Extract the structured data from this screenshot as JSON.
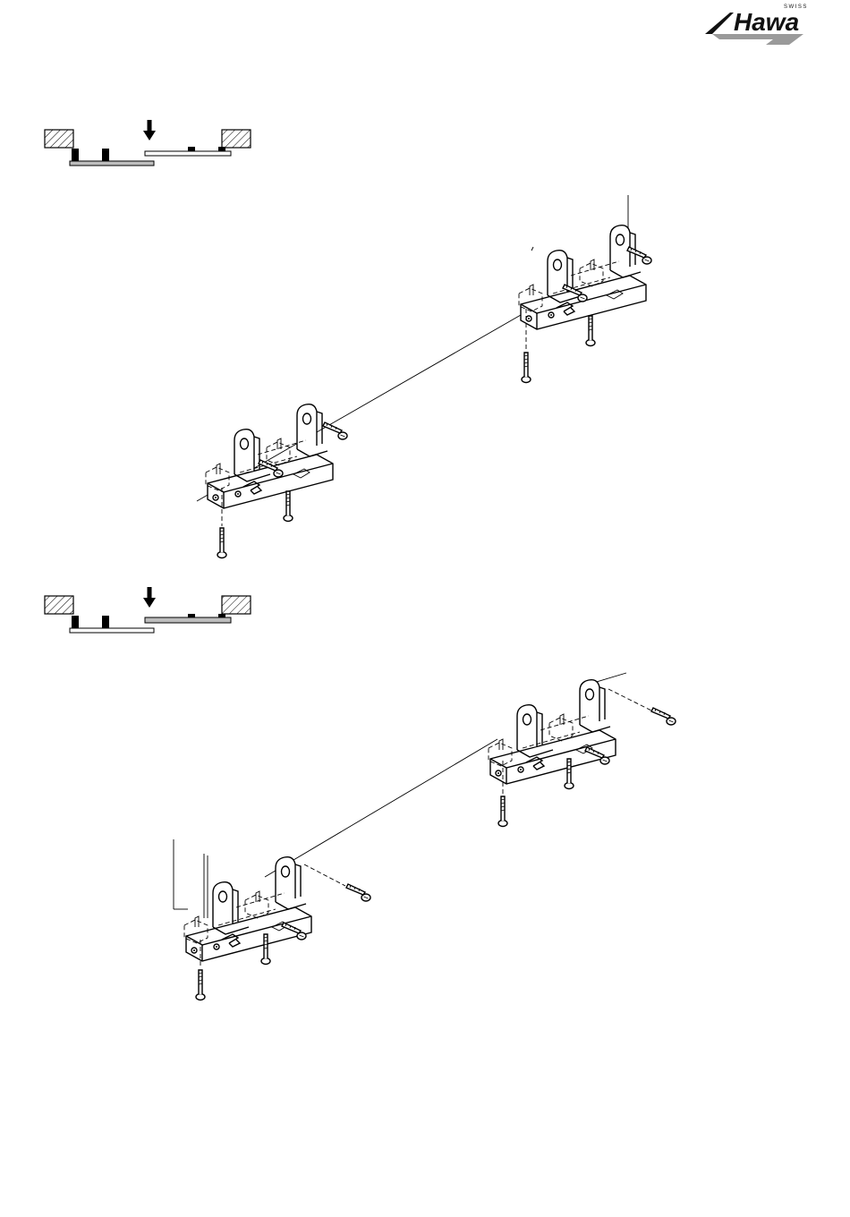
{
  "brand": {
    "name": "Hawa",
    "tagline": "SWISS"
  },
  "colors": {
    "ink": "#000000",
    "paper": "#ffffff",
    "panel_grey": "#bdbdbd"
  },
  "icons": [
    "hawa-logo",
    "down-arrow-icon",
    "screw-icon",
    "bracket-icon",
    "hatched-wall-icon"
  ]
}
